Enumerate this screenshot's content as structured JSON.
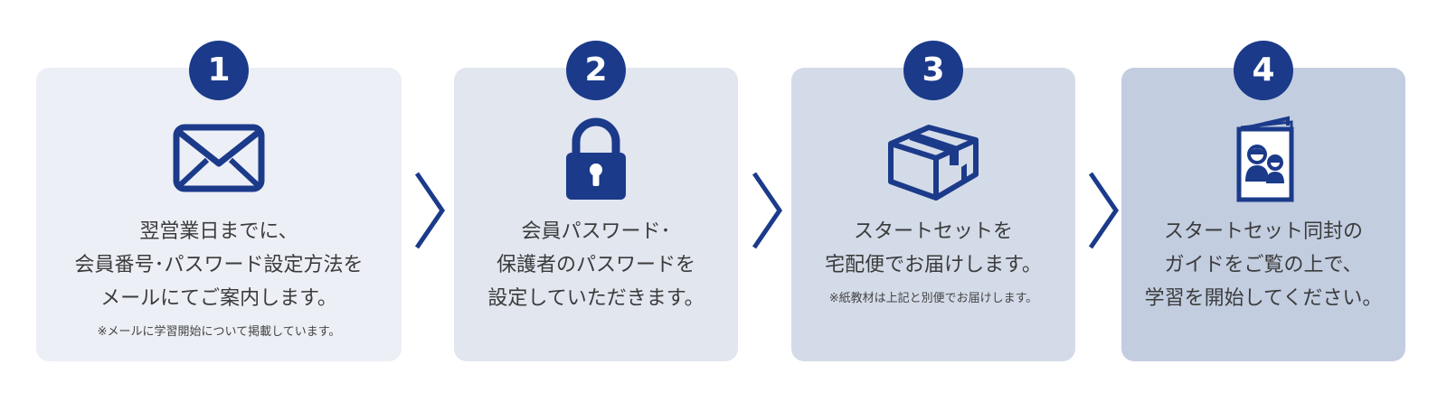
{
  "brand_color": "#1b3a8a",
  "steps": [
    {
      "number": "1",
      "icon": "envelope-icon",
      "lines": [
        "翌営業日までに、",
        "会員番号･パスワード設定方法を",
        "メールにてご案内します。"
      ],
      "note": "※メールに学習開始について掲載しています。"
    },
    {
      "number": "2",
      "icon": "padlock-icon",
      "lines": [
        "会員パスワード･",
        "保護者のパスワードを",
        "設定していただきます。"
      ],
      "note": ""
    },
    {
      "number": "3",
      "icon": "box-icon",
      "lines": [
        "スタートセットを",
        "宅配便でお届けします。"
      ],
      "note": "※紙教材は上記と別便でお届けします。"
    },
    {
      "number": "4",
      "icon": "guidebook-icon",
      "lines": [
        "スタートセット同封の",
        "ガイドをご覧の上で、",
        "学習を開始してください。"
      ],
      "note": ""
    }
  ]
}
